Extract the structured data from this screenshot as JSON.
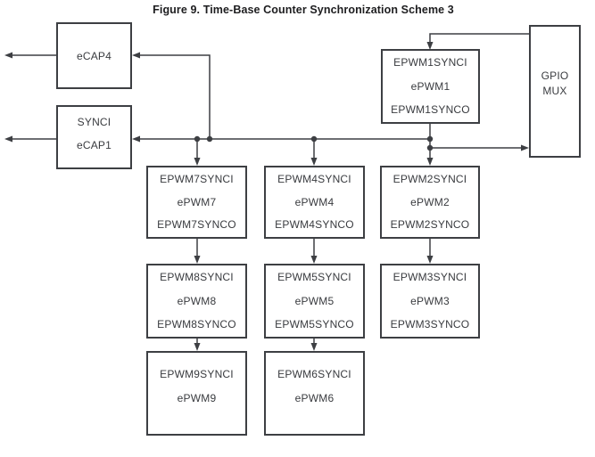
{
  "title": "Figure 9. Time-Base Counter Synchronization Scheme 3",
  "colors": {
    "line-color": "#3d3f43",
    "text-color": "#393b3f",
    "bg-color": "#ffffff"
  },
  "blocks": {
    "ecap4": {
      "lines": [
        "eCAP4"
      ]
    },
    "ecap1": {
      "lines": [
        "SYNCI",
        "eCAP1"
      ]
    },
    "epwm1": {
      "lines": [
        "EPWM1SYNCI",
        "ePWM1",
        "EPWM1SYNCO"
      ]
    },
    "gpio_mux": {
      "lines": [
        "GPIO",
        "MUX"
      ]
    },
    "epwm7": {
      "lines": [
        "EPWM7SYNCI",
        "ePWM7",
        "EPWM7SYNCO"
      ]
    },
    "epwm4": {
      "lines": [
        "EPWM4SYNCI",
        "ePWM4",
        "EPWM4SYNCO"
      ]
    },
    "epwm2": {
      "lines": [
        "EPWM2SYNCI",
        "ePWM2",
        "EPWM2SYNCO"
      ]
    },
    "epwm8": {
      "lines": [
        "EPWM8SYNCI",
        "ePWM8",
        "EPWM8SYNCO"
      ]
    },
    "epwm5": {
      "lines": [
        "EPWM5SYNCI",
        "ePWM5",
        "EPWM5SYNCO"
      ]
    },
    "epwm3": {
      "lines": [
        "EPWM3SYNCI",
        "ePWM3",
        "EPWM3SYNCO"
      ]
    },
    "epwm9": {
      "lines": [
        "EPWM9SYNCI",
        "ePWM9"
      ]
    },
    "epwm6": {
      "lines": [
        "EPWM6SYNCI",
        "ePWM6"
      ]
    }
  }
}
